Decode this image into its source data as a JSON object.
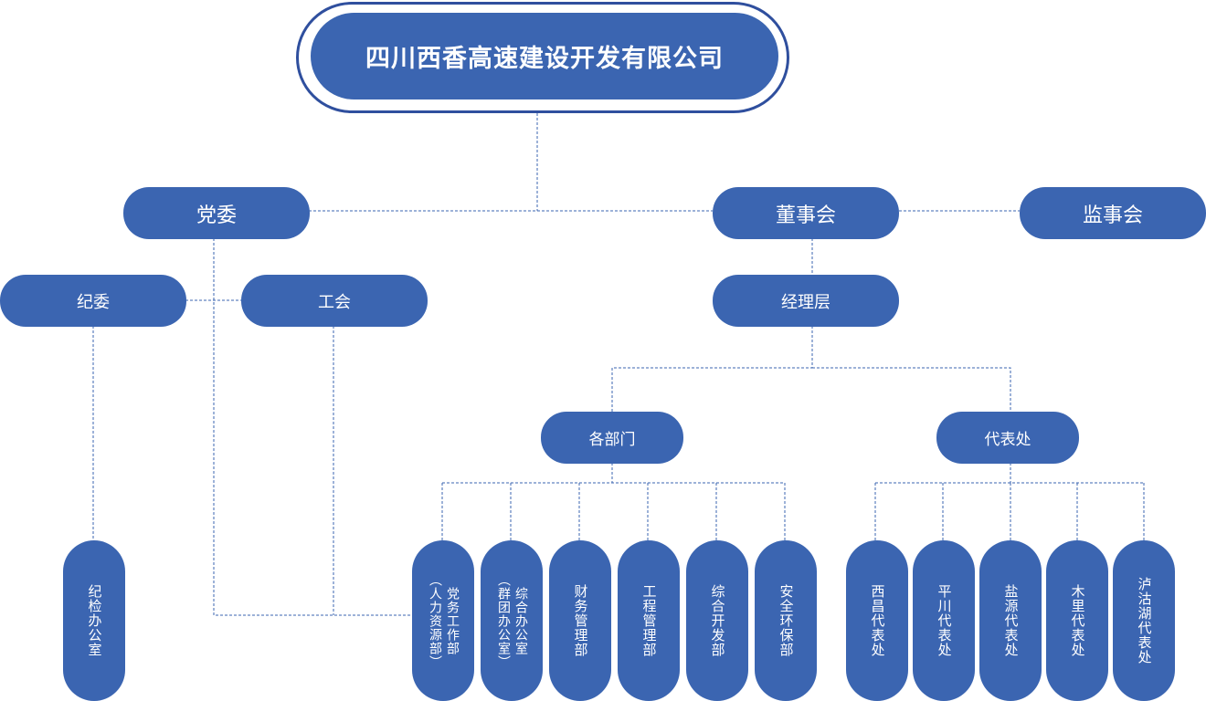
{
  "colors": {
    "box": "#3b65b1",
    "border": "#2f4f9e",
    "line": "#3b65b1",
    "text": "#ffffff"
  },
  "org": {
    "company": "四川西香高速建设开发有限公司",
    "party_committee": "党委",
    "board": "董事会",
    "supervisory_board": "监事会",
    "discipline_committee": "纪委",
    "labor_union": "工会",
    "management": "经理层",
    "departments": "各部门",
    "representative_offices": "代表处",
    "discipline_office": "纪检办公室",
    "department_list": [
      {
        "line1": "（人力资源部）",
        "line2": "党务工作部"
      },
      {
        "line1": "（群团办公室）",
        "line2": "综合办公室"
      },
      {
        "line1": "财务管理部"
      },
      {
        "line1": "工程管理部"
      },
      {
        "line1": "综合开发部"
      },
      {
        "line1": "安全环保部"
      }
    ],
    "office_list": [
      "西昌代表处",
      "平川代表处",
      "盐源代表处",
      "木里代表处",
      "泸沽湖代表处"
    ]
  }
}
